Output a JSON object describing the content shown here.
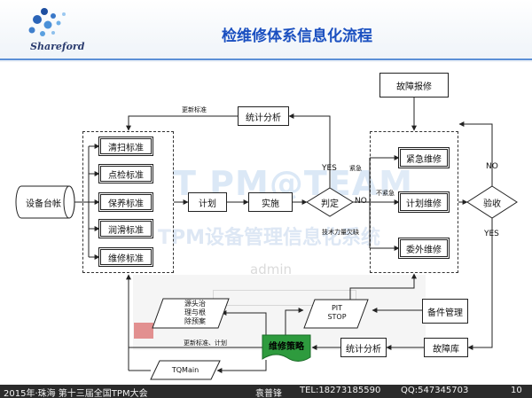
{
  "slide": {
    "title": "检维修体系信息化流程",
    "logo_text": "Shareford"
  },
  "watermark": {
    "brand": "T PM@TEAM",
    "subtitle": "TPM设备管理信息化系统",
    "admin": "admin"
  },
  "nodes": {
    "equipment_ledger": "设备台帐",
    "clean_std": "清扫标准",
    "inspect_std": "点检标准",
    "maint_std": "保养标准",
    "lube_std": "润滑标准",
    "repair_std": "维修标准",
    "plan": "计划",
    "implement": "实施",
    "judge": "判定",
    "stats_top": "统计分析",
    "fault_report": "故障报修",
    "urgent_repair": "紧急维修",
    "planned_repair": "计划维修",
    "outsourced_repair": "委外维修",
    "acceptance": "验收",
    "spare_parts": "备件管理",
    "fault_db": "故障库",
    "stats_bottom": "统计分析",
    "strategy": "维修策略",
    "root_cause_l1": "源头治",
    "root_cause_l2": "理与根",
    "root_cause_l3": "除预案",
    "pit_l1": "PIT",
    "pit_l2": "STOP",
    "tqmain": "TQMain"
  },
  "labels": {
    "update_std": "更新标准",
    "yes_judge": "YES",
    "urgent": "紧急",
    "no_judge": "NO",
    "not_urgent": "不紧急",
    "skill_shortage": "技术力量欠缺",
    "no_accept": "NO",
    "yes_accept": "YES",
    "update_std_plan": "更新标准、计划"
  },
  "footer": {
    "event": "2015年·珠海   第十三届全国TPM大会",
    "name": "袁普锋",
    "tel": "TEL:18273185590",
    "qq": "QQ:547345703",
    "page": "10"
  },
  "colors": {
    "title": "#1a4fc0",
    "header_rule": "#5b8fd6",
    "strategy_fill": "#2e9b3e",
    "footer_bg": "#2b2b2b"
  }
}
